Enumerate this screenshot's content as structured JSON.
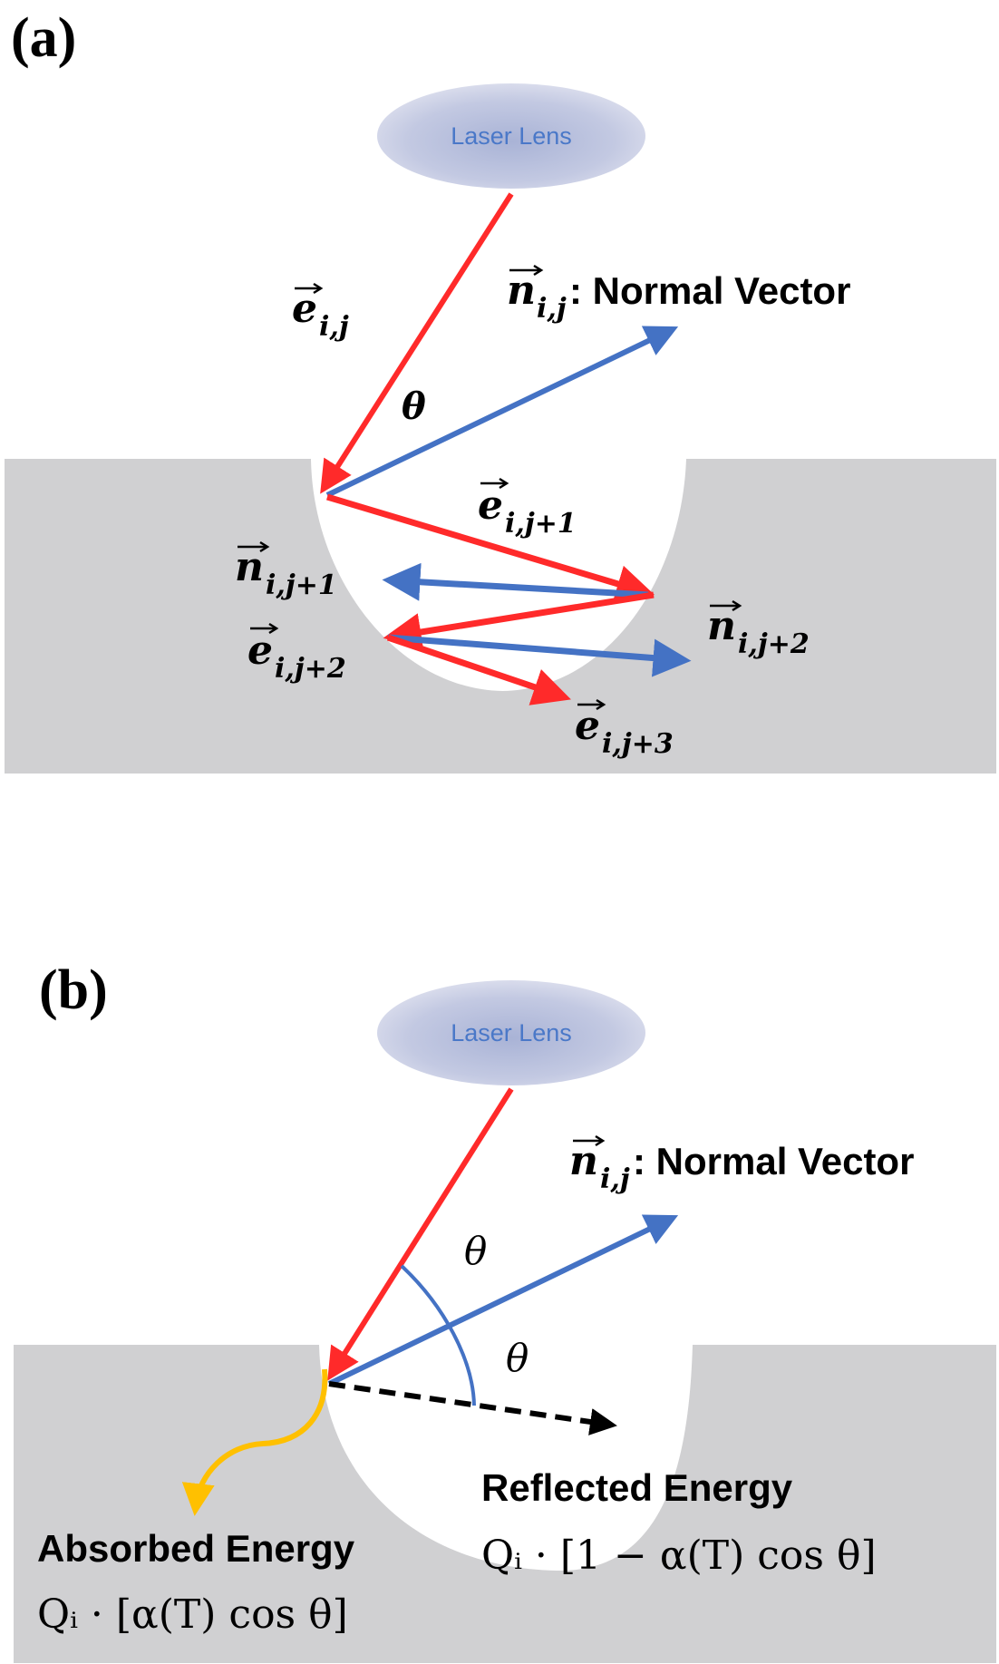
{
  "figure": {
    "colors": {
      "surface": "#d0d0d2",
      "incident_ray": "#ff2a2a",
      "normal_vector": "#4472c4",
      "absorbed": "#ffc000",
      "reflected": "#000000",
      "lens_fill": "#b4bcd8",
      "lens_text": "#4a78c8"
    },
    "panel_a": {
      "label": "(a)",
      "lens_label": "Laser Lens",
      "normal_caption": ": Normal Vector",
      "theta": "θ",
      "vectors": [
        {
          "symbol": "e",
          "subscript": "i,j"
        },
        {
          "symbol": "n",
          "subscript": "i,j"
        },
        {
          "symbol": "e",
          "subscript": "i,j+1"
        },
        {
          "symbol": "n",
          "subscript": "i,j+1"
        },
        {
          "symbol": "e",
          "subscript": "i,j+2"
        },
        {
          "symbol": "n",
          "subscript": "i,j+2"
        },
        {
          "symbol": "e",
          "subscript": "i,j+3"
        }
      ]
    },
    "panel_b": {
      "label": "(b)",
      "lens_label": "Laser Lens",
      "normal_symbol": "n",
      "normal_subscript": "i,j",
      "normal_caption": ": Normal Vector",
      "theta_upper": "θ",
      "theta_lower": "θ",
      "reflected_title": "Reflected Energy",
      "reflected_formula": "Qᵢ · [1 − α(T) cos θ]",
      "absorbed_title": "Absorbed Energy",
      "absorbed_formula": "Qᵢ · [α(T) cos θ]"
    }
  }
}
